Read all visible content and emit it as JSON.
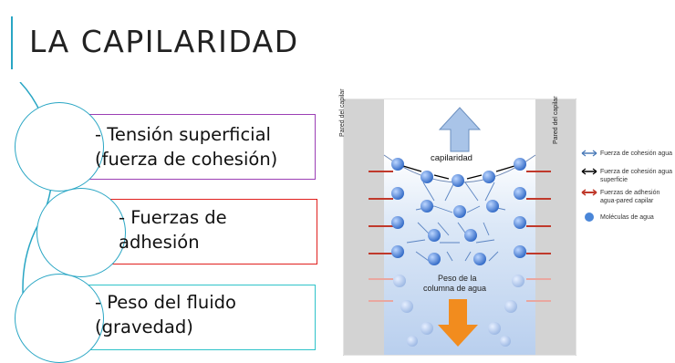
{
  "slide": {
    "title": "LA CAPILARIDAD"
  },
  "items": [
    {
      "label": "- Tensión superficial\n(fuerza de cohesión)",
      "color": "#9b3fb5"
    },
    {
      "label": "- Fuerzas de\nadhesión",
      "color": "#e0201d"
    },
    {
      "label": "- Peso del fluido\n(gravedad)",
      "color": "#2fc3c9"
    }
  ],
  "diagram": {
    "wall_left": "Pared del capilar",
    "wall_right": "Pared del capilar",
    "top_label": "capilaridad",
    "bottom_label_1": "Peso de la",
    "bottom_label_2": "columna de agua"
  },
  "legend": [
    {
      "text": "Fuerza de cohesión agua",
      "color": "#4a7ab8"
    },
    {
      "text": "Fuerza de cohesión agua superficie",
      "color": "#000000"
    },
    {
      "text": "Fuerzas de adhesión agua-pared capilar",
      "color": "#c0392b"
    },
    {
      "text": "Moléculas de agua",
      "color": "#4a86d8"
    }
  ]
}
